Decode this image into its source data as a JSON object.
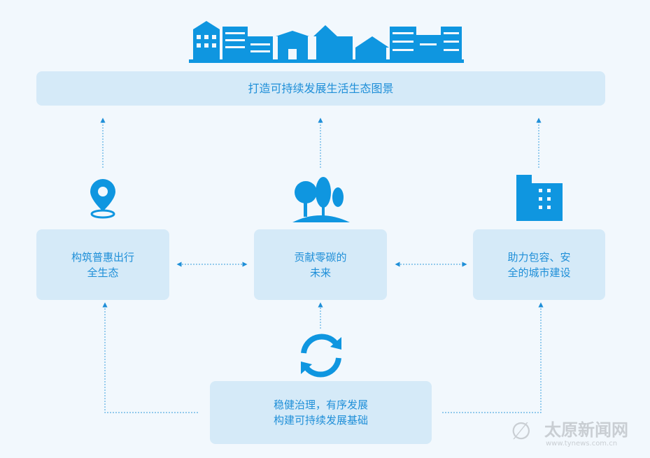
{
  "header": {
    "title": "打造可持续发展生活生态图景"
  },
  "nodes": {
    "left": {
      "line1": "构筑普惠出行",
      "line2": "全生态"
    },
    "middle": {
      "line1": "贡献零碳的",
      "line2": "未来"
    },
    "right": {
      "line1": "助力包容、安",
      "line2": "全的城市建设"
    },
    "bottom": {
      "line1": "稳健治理，有序发展",
      "line2": "构建可持续发展基础"
    }
  },
  "watermark": {
    "name": "太原新闻网",
    "url": "www.tynews.com.cn"
  },
  "colors": {
    "accent": "#0f96e0",
    "box": "#d5eaf8",
    "text": "#1f8fd8"
  }
}
